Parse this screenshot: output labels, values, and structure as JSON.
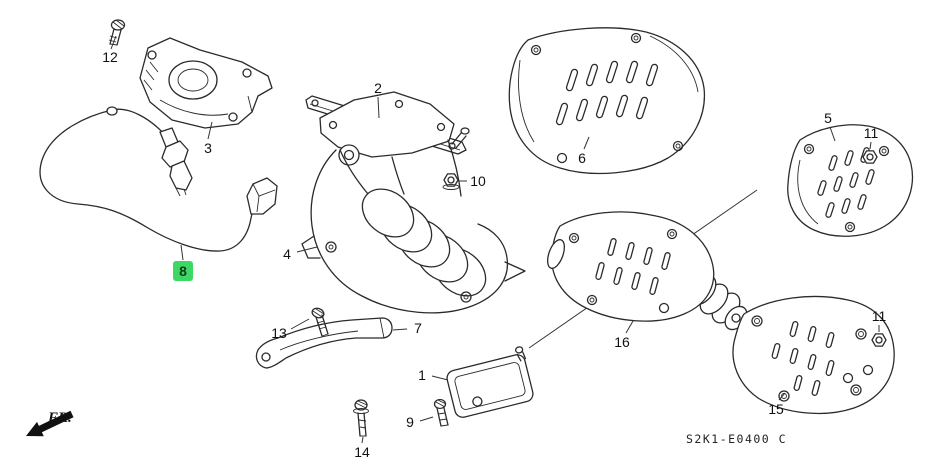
{
  "diagram": {
    "code": "S2K1-E0400 C",
    "fr_label": "FR.",
    "highlight_color": "#3fd764",
    "callouts": [
      {
        "id": "12"
      },
      {
        "id": "3"
      },
      {
        "id": "2"
      },
      {
        "id": "10"
      },
      {
        "id": "8",
        "highlighted": true
      },
      {
        "id": "4"
      },
      {
        "id": "6"
      },
      {
        "id": "5"
      },
      {
        "id": "11"
      },
      {
        "id": "13"
      },
      {
        "id": "7"
      },
      {
        "id": "1"
      },
      {
        "id": "9"
      },
      {
        "id": "14"
      },
      {
        "id": "16"
      },
      {
        "id": "15"
      },
      {
        "id": "11"
      }
    ]
  }
}
